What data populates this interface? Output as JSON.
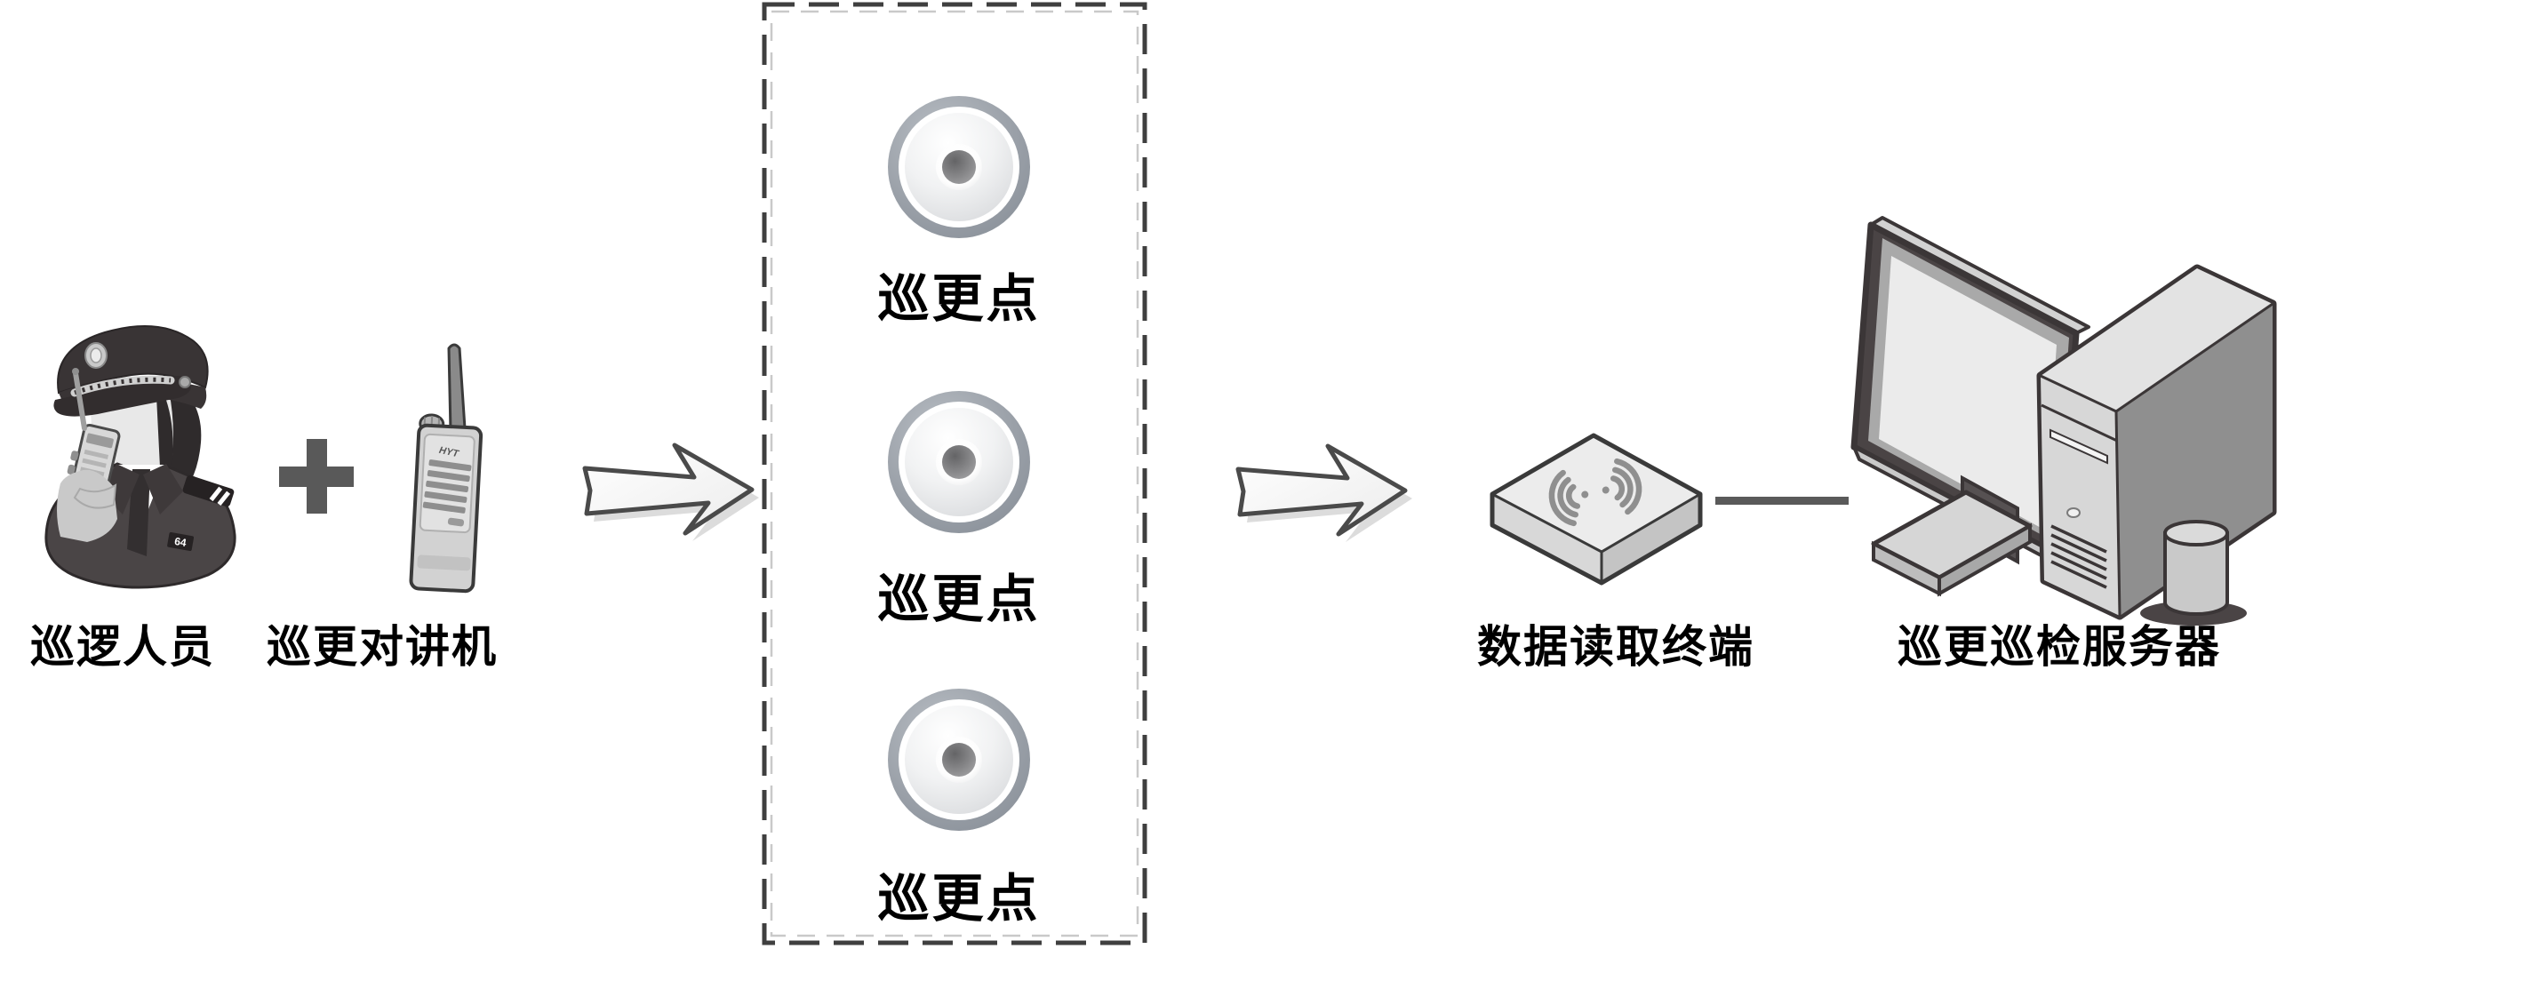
{
  "diagram": {
    "background": "#ffffff",
    "officer": {
      "label": "巡逻人员",
      "badge_number": "64"
    },
    "plus": {
      "symbol": "+"
    },
    "walkie_talkie": {
      "label": "巡更对讲机",
      "brand": "HYT"
    },
    "checkpoints": {
      "border_style": "dashed",
      "items": [
        {
          "label": "巡更点"
        },
        {
          "label": "巡更点"
        },
        {
          "label": "巡更点"
        }
      ]
    },
    "reader": {
      "label": "数据读取终端"
    },
    "server": {
      "label": "巡更巡检服务器"
    },
    "colors": {
      "text": "#000000",
      "plus": "#595959",
      "dash_dark": "#3f3f3f",
      "dash_light": "#c9c9c9",
      "arrow_outline": "#4a4a4a",
      "officer_uniform": "#4a4546",
      "checkpoint_ring": "#9aa0a8",
      "tower_side": "#8f8f8f"
    }
  }
}
